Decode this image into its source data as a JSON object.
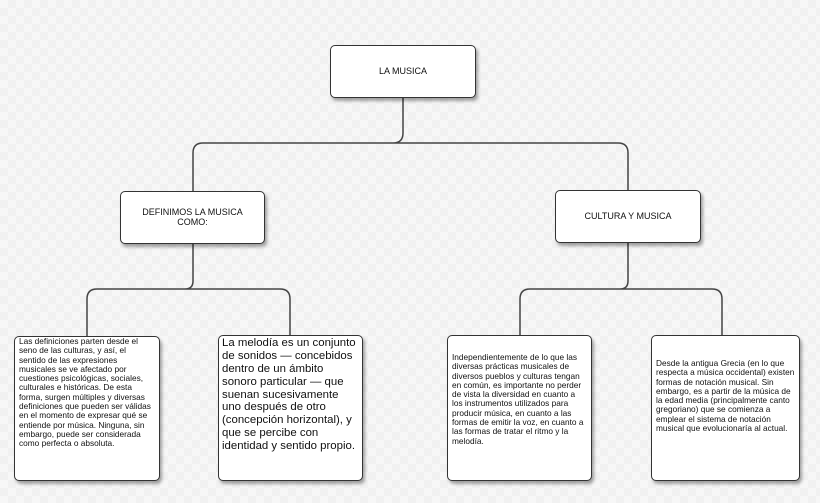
{
  "nodes": {
    "root": "LA MUSICA",
    "left": "DEFINIMOS LA MUSICA COMO:",
    "right": "CULTURA Y MUSICA",
    "leaf1": "Las definiciones parten desde el seno de las culturas, y así, el sentido de las expresiones musicales se ve afectado por cuestiones psicológicas, sociales, culturales e históricas. De esta forma, surgen múltiples y diversas definiciones que pueden ser válidas en el momento de expresar qué se entiende por música. Ninguna, sin embargo, puede ser considerada como perfecta o absoluta.",
    "leaf2": "La melodía es un conjunto de sonidos — concebidos dentro de un ámbito sonoro particular — que suenan sucesivamente uno después de otro (concepción horizontal), y que se percibe con identidad y sentido propio.",
    "leaf3": "Independientemente de lo que las diversas prácticas musicales de diversos pueblos y culturas tengan en común, es importante no perder de vista la diversidad en cuanto a los instrumentos utilizados para producir música, en cuanto a las formas de emitir la voz, en cuanto a las formas de tratar el ritmo y la melodía.",
    "leaf4": "Desde la antigua Grecia (en lo que respecta a música occidental) existen formas de notación musical. Sin embargo, es a partir de la música de la edad media (principalmente canto gregoriano) que se comienza a emplear el sistema de notación musical que evolucionaría al actual."
  }
}
